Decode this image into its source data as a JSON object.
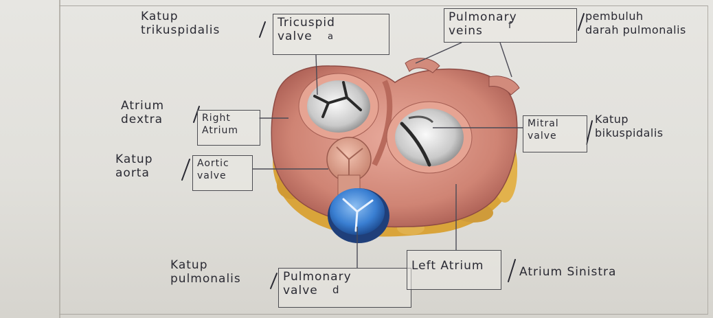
{
  "labels": {
    "tricuspid": {
      "box_text": "Tricuspid\nvalve",
      "letter": "a",
      "left_note": "Katup\ntrikuspidalis"
    },
    "pulmonary_veins": {
      "box_text": "Pulmonary\nveins",
      "letter": "f",
      "right_note": "pembuluh\ndarah pulmonalis"
    },
    "right_atrium": {
      "box_text": "Right\nAtrium",
      "left_note": "Atrium\ndextra"
    },
    "mitral": {
      "box_text": "Mitral\nvalve",
      "right_note": "Katup\nbikuspidalis"
    },
    "aortic": {
      "box_text": "Aortic\nvalve",
      "left_note": "Katup\naorta"
    },
    "pulmonary_valve": {
      "box_text": "Pulmonary\nvalve",
      "letter": "d",
      "left_note": "Katup\npulmonalis"
    },
    "left_atrium": {
      "box_text": "Left Atrium",
      "right_note": "Atrium Sinistra"
    }
  },
  "colors": {
    "paper": "#e4e3de",
    "ink": "#2a2a33",
    "heart_muscle": "#c97a6e",
    "fat": "#d9a43a",
    "pulmonary_valve": "#3b7fd0"
  }
}
